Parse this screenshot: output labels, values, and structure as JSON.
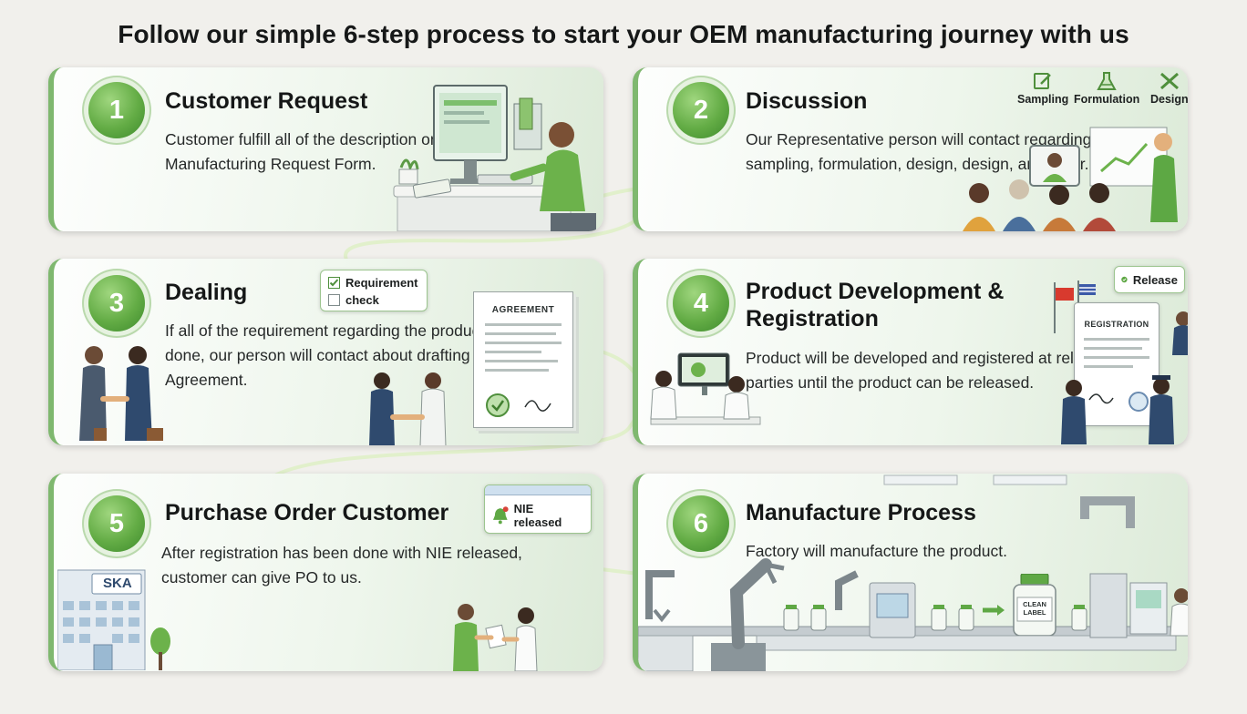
{
  "page": {
    "title": "Follow our simple 6-step process to start your OEM manufacturing journey with us"
  },
  "colors": {
    "accent_green": "#5fa845",
    "card_border": "#7fb86f",
    "text": "#1f2222",
    "background": "#f1f0ec"
  },
  "steps": [
    {
      "number": "1",
      "title": "Customer Request",
      "description": "Customer fulfill all of the description on Toll Manufacturing Request Form.",
      "illustration_icon": "computer-desk-icon"
    },
    {
      "number": "2",
      "title": "Discussion",
      "description": "Our Representative person will contact regarding the sampling, formulation, design, design, and other.",
      "topics": [
        {
          "label": "Sampling",
          "icon": "pencil-note-icon"
        },
        {
          "label": "Formulation",
          "icon": "flask-icon"
        },
        {
          "label": "Design",
          "icon": "design-tools-icon"
        }
      ],
      "illustration_icon": "meeting-presentation-icon"
    },
    {
      "number": "3",
      "title": "Dealing",
      "description": "If all of the requirement regarding the product has been done, our person will contact about drafting of Agreement.",
      "checklist": {
        "items": [
          {
            "label": "Requirement",
            "checked": true
          },
          {
            "label": "check",
            "checked": false
          }
        ]
      },
      "document_heading": "AGREEMENT",
      "illustration_icon": "handshake-icon"
    },
    {
      "number": "4",
      "title": "Product Development & Registration",
      "description": "Product will be developed and registered at related parties until the product can be released.",
      "release_badge": "Release",
      "document_heading": "REGISTRATION",
      "illustration_icon": "lab-registration-icon"
    },
    {
      "number": "5",
      "title": "Purchase Order Customer",
      "description": "After registration has been done with NIE released, customer can give PO to us.",
      "notification": "NIE released",
      "building_sign": "SKA",
      "illustration_icon": "office-building-icon"
    },
    {
      "number": "6",
      "title": "Manufacture Process",
      "description": "Factory will manufacture the product.",
      "bottle_label": "CLEAN LABEL",
      "illustration_icon": "factory-line-icon"
    }
  ]
}
